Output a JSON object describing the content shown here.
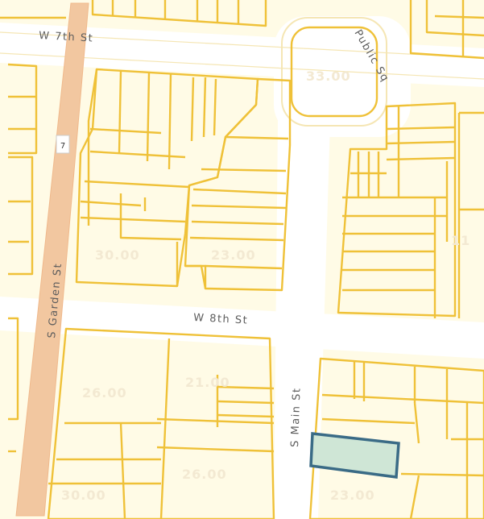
{
  "streets": {
    "w7th": "W 7th St",
    "w8th": "W 8th St",
    "garden": "S Garden St",
    "main": "S Main St",
    "public_sq": "Public Sq"
  },
  "parcel_values": {
    "square": "33.00",
    "p1": "30.00",
    "p2": "23.00",
    "p3": "26.00",
    "p4": "21.00",
    "p5": "26.00",
    "p6": "30.00",
    "p7": "23.00",
    "p8": "11"
  },
  "route_marker": "7",
  "colors": {
    "parcel_line": "#efc138",
    "garden_street": "#f2c7a0",
    "selected_parcel_fill": "#cfe6d6",
    "selected_parcel_outline": "#3a6b86"
  }
}
